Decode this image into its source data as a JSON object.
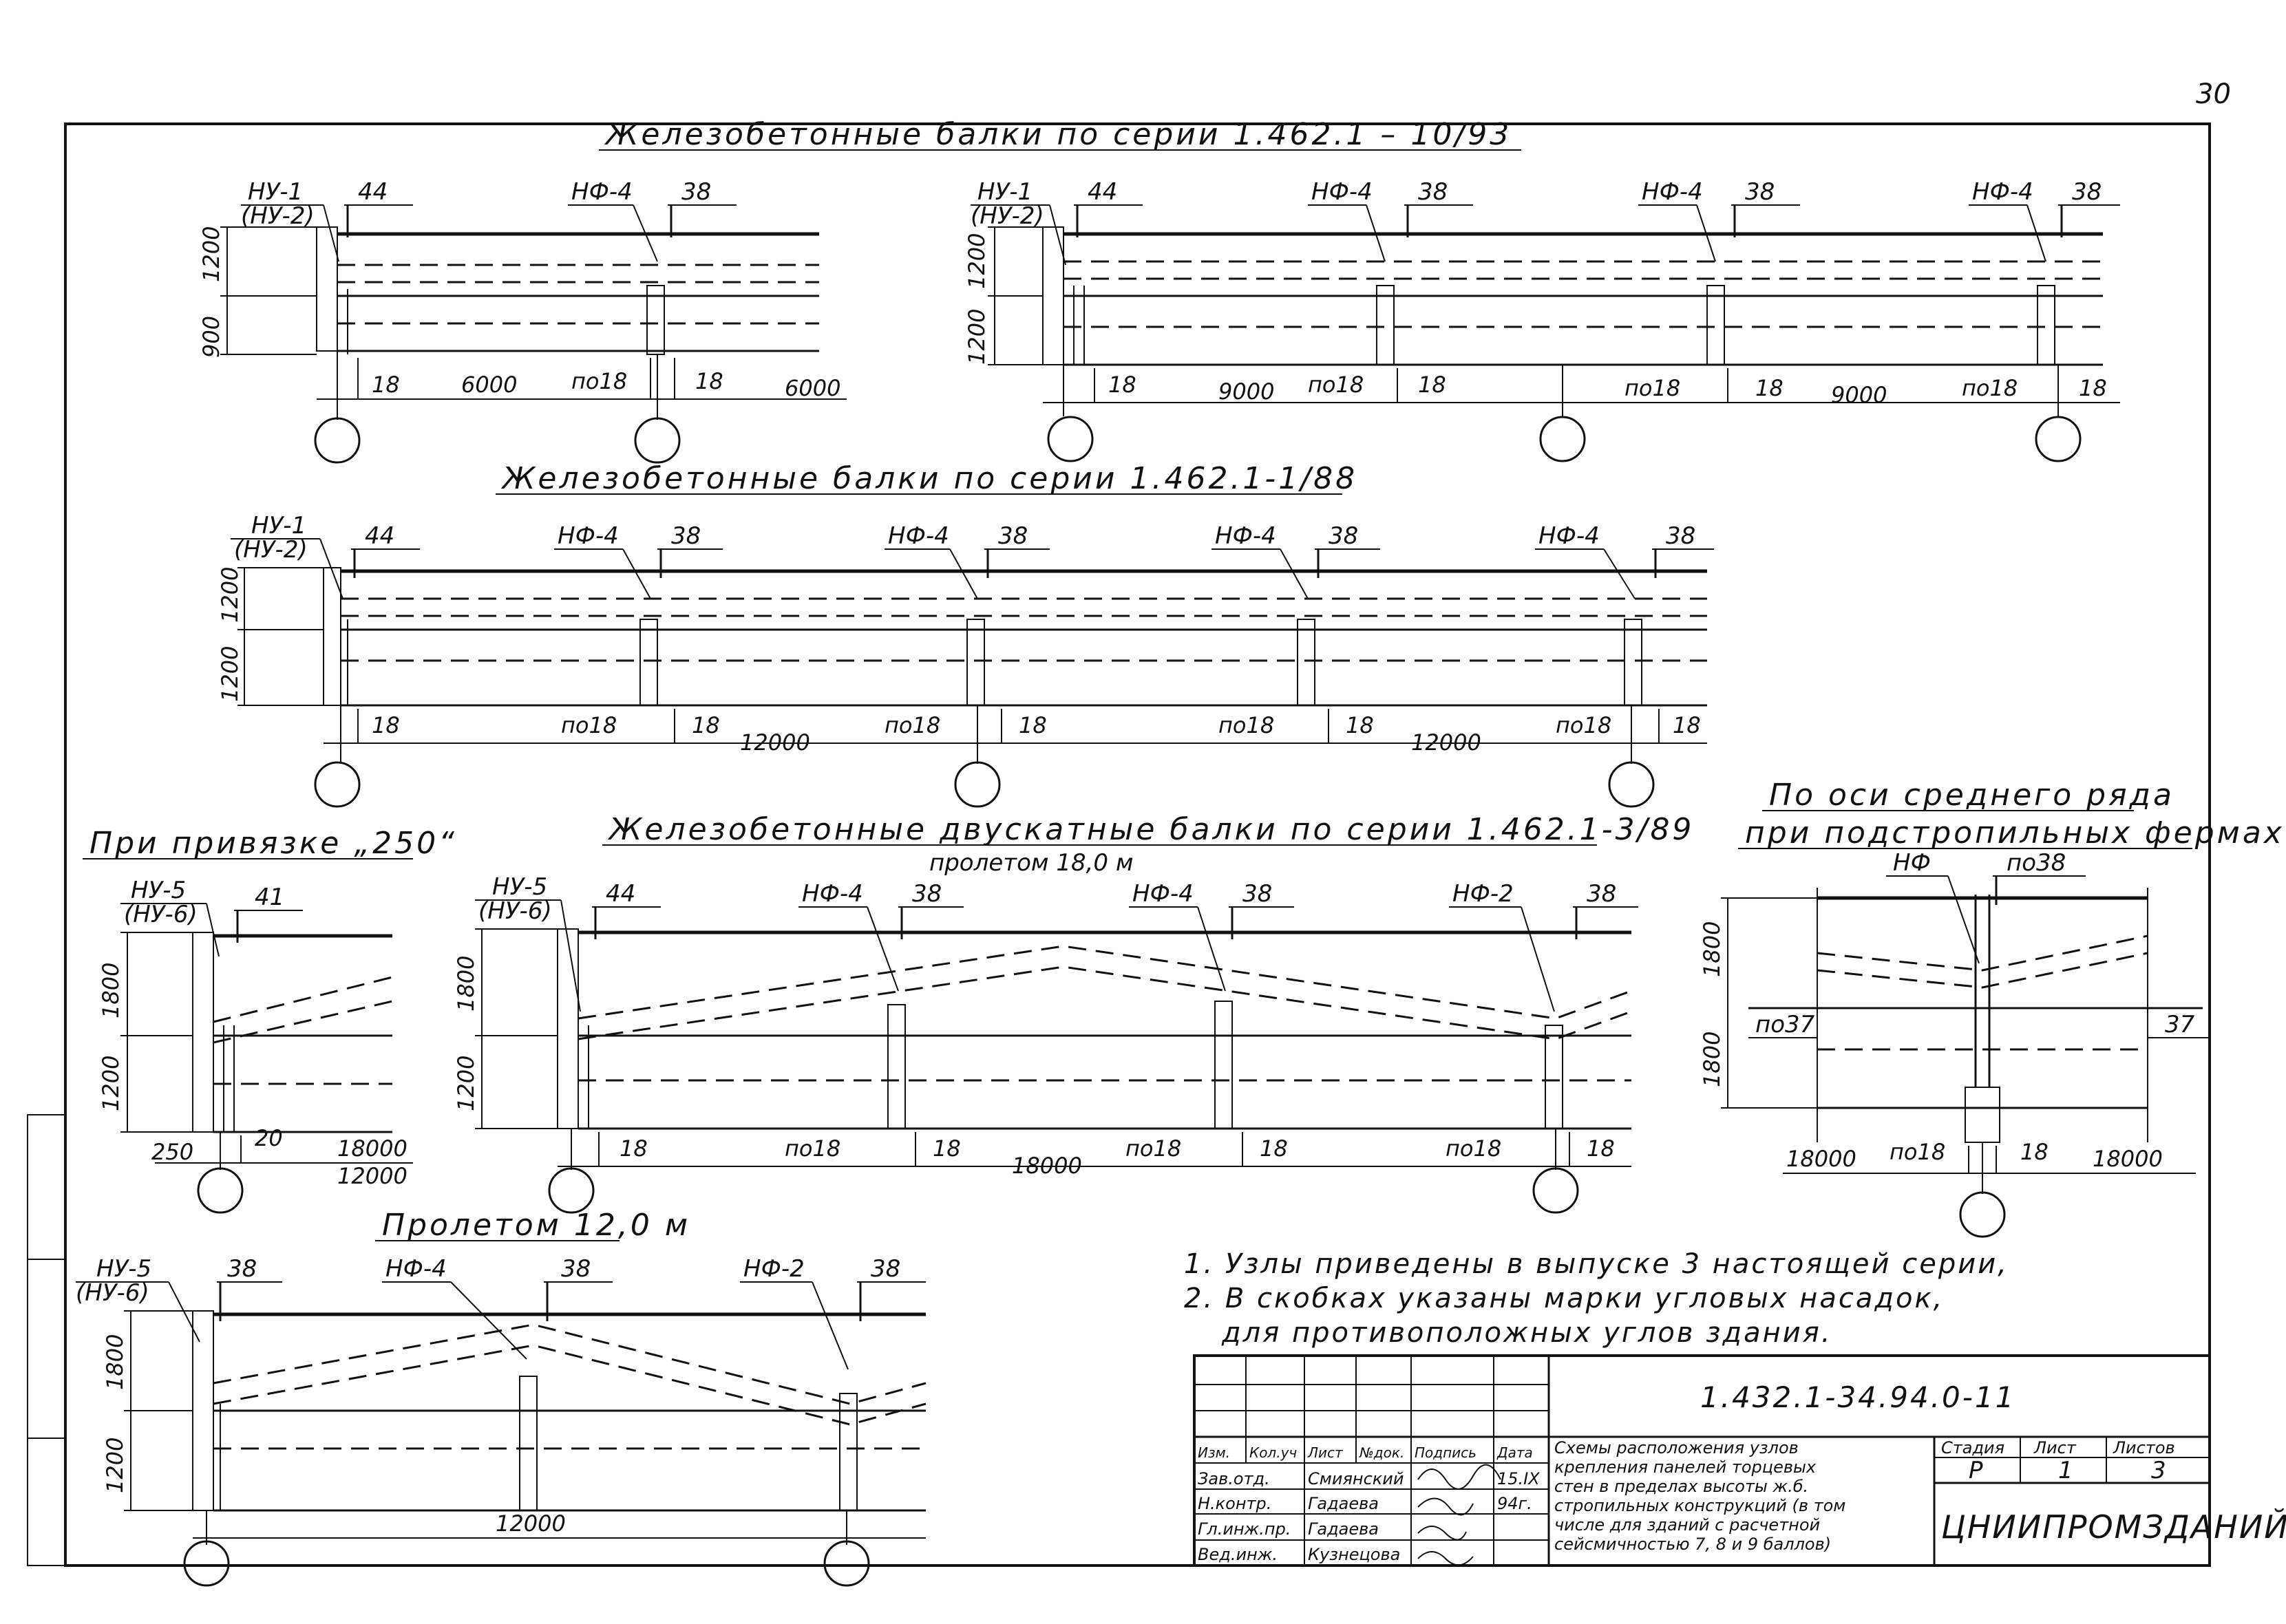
{
  "sheet": {
    "page_number": "30"
  },
  "diagram1": {
    "title": "Железобетонные   балки   по   серии   1.462.1 – 10/93",
    "left": {
      "node_corner": "НУ-1",
      "node_corner_alt": "(НУ-2)",
      "dim_top": "44",
      "node_mid": "НФ-4",
      "dim_mid": "38",
      "h_top": "1200",
      "h_bot": "900",
      "b1": "18",
      "span1": "6000",
      "b2": "по18",
      "b3": "18",
      "span2": "6000"
    },
    "right": {
      "node_corner": "НУ-1",
      "node_corner_alt": "(НУ-2)",
      "dim_top": "44",
      "node_mid": "НФ-4",
      "dim_mid": "38",
      "h_top": "1200",
      "h_bot": "1200",
      "b1": "18",
      "span1": "9000",
      "b2": "по18",
      "b3": "18",
      "b4": "по18",
      "b5": "18",
      "span2": "9000",
      "b6": "по18",
      "b7": "18"
    }
  },
  "diagram2": {
    "title": "Железобетонные   балки   по   серии   1.462.1-1/88",
    "node_corner": "НУ-1",
    "node_corner_alt": "(НУ-2)",
    "dim_top": "44",
    "node_mid": "НФ-4",
    "dim_mid": "38",
    "h_top": "1200",
    "h_bot": "1200",
    "b_edge": "18",
    "b_pair_a": "по18",
    "b_pair_b": "18",
    "span": "12000"
  },
  "diagram3": {
    "title": "При привязке „250“",
    "node_corner": "НУ-5",
    "node_corner_alt": "(НУ-6)",
    "dim_top": "41",
    "h_top": "1800",
    "h_bot": "1200",
    "bind": "250",
    "b1": "20",
    "span_a": "18000",
    "span_b": "12000"
  },
  "diagram4": {
    "title": "Железобетонные  двускатные  балки  по  серии 1.462.1-3/89",
    "subtitle": "пролетом 18,0 м",
    "node_corner": "НУ-5",
    "node_corner_alt": "(НУ-6)",
    "dim_top": "44",
    "node_mid": "НФ-4",
    "node_end": "НФ-2",
    "dim_mid": "38",
    "h_top": "1800",
    "h_bot": "1200",
    "b_edge": "18",
    "b_pair_a": "по18",
    "b_pair_b": "18",
    "span": "18000"
  },
  "diagram5": {
    "title_line1": "По оси среднего ряда",
    "title_line2": "при подстропильных фермах",
    "node": "НФ",
    "dim_top": "по38",
    "dim_left": "по37",
    "dim_right": "37",
    "h_top": "1800",
    "h_bot": "1800",
    "b1": "по18",
    "b2": "18",
    "span_left": "18000",
    "span_right": "18000"
  },
  "diagram6": {
    "title": "Пролетом 12,0 м",
    "node_corner": "НУ-5",
    "node_corner_alt": "(НУ-6)",
    "dim_top": "38",
    "node_mid": "НФ-4",
    "dim_mid": "38",
    "node_end": "НФ-2",
    "dim_end": "38",
    "h_top": "1800",
    "h_bot": "1200",
    "span": "12000"
  },
  "notes": {
    "line1": "1. Узлы  приведены  в  выпуске 3  настоящей серии,",
    "line2": "2. В скобках  указаны  марки  угловых  насадок,",
    "line3": "для  противоположных  углов  здания."
  },
  "stamp": {
    "code": "1.432.1-34.94.0-11",
    "col_headers": [
      "Изм.",
      "Кол.уч",
      "Лист",
      "№док.",
      "Подпись",
      "Дата"
    ],
    "rows": [
      {
        "role": "Зав.отд.",
        "name": "Смиянский",
        "sign": "",
        "date": "15.IX"
      },
      {
        "role": "Н.контр.",
        "name": "Гадаева",
        "sign": "",
        "date": "94г."
      },
      {
        "role": "Гл.инж.пр.",
        "name": "Гадаева",
        "sign": "",
        "date": ""
      },
      {
        "role": "Вед.инж.",
        "name": "Кузнецова",
        "sign": "",
        "date": ""
      }
    ],
    "description": [
      "Схемы расположения узлов",
      "крепления панелей торцевых",
      "стен в пределах высоты ж.б.",
      "стропильных конструкций (в том",
      "числе для зданий с расчетной",
      "сейсмичностью 7, 8 и 9 баллов)"
    ],
    "stage_label": "Стадия",
    "sheet_label": "Лист",
    "sheets_label": "Листов",
    "stage": "Р",
    "sheet": "1",
    "sheets": "3",
    "org": "ЦНИИПРОМЗДАНИЙ"
  }
}
